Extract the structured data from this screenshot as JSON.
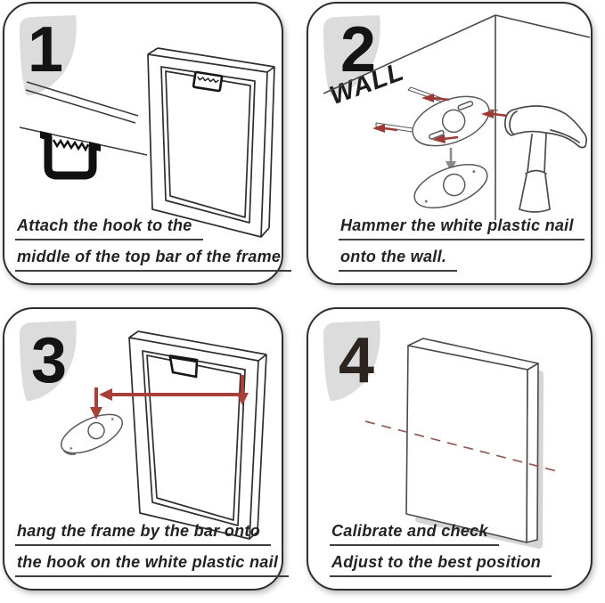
{
  "document": {
    "kind": "picture-frame-hanging-instructions",
    "background_color": "#ffffff"
  },
  "colors": {
    "panel_border": "#2d2d2d",
    "corner_leaf": "#dcdcdc",
    "step_number": "#141414",
    "step_number_4": "#2d2420",
    "drawing_line": "#2e2e2e",
    "light_drawing_line": "#4a4a4a",
    "red_arrow": "#9e3a35",
    "red_arrow_bold": "#a8403a",
    "gray_arrow": "#8b8b8b",
    "dashed_level_line": "#8e5a54",
    "caption_text": "#222222",
    "caption_underline": "#3d3d3d",
    "canvas_shadow": "#d6d6d6"
  },
  "panels": [
    {
      "step_number": "1",
      "caption": [
        "Attach the hook to the",
        "middle of the top bar of the frame"
      ],
      "icons": [
        "corner-leaf",
        "bar-lines",
        "serrated-hook-icon",
        "picture-frame-icon",
        "frame-hook-icon"
      ]
    },
    {
      "step_number": "2",
      "wall_label": "WALL",
      "caption": [
        "Hammer the white plastic nail",
        "onto the wall."
      ],
      "icons": [
        "corner-leaf",
        "wall-corner-lines",
        "nail-plate-tilted-icon",
        "nail-pins",
        "hammer-direction-arrows",
        "down-arrow-icon",
        "nail-plate-front-icon",
        "hammer-icon"
      ]
    },
    {
      "step_number": "3",
      "caption": [
        "hang the frame by the bar onto",
        "the hook on the white plastic nail"
      ],
      "icons": [
        "corner-leaf",
        "picture-frame-icon",
        "frame-hook-icon",
        "nail-plate-icon",
        "hang-direction-arrows"
      ]
    },
    {
      "step_number": "4",
      "caption": [
        "Calibrate and check",
        "Adjust to the best position"
      ],
      "icons": [
        "corner-leaf",
        "canvas-icon",
        "canvas-shadow",
        "level-dashed-line"
      ]
    }
  ]
}
